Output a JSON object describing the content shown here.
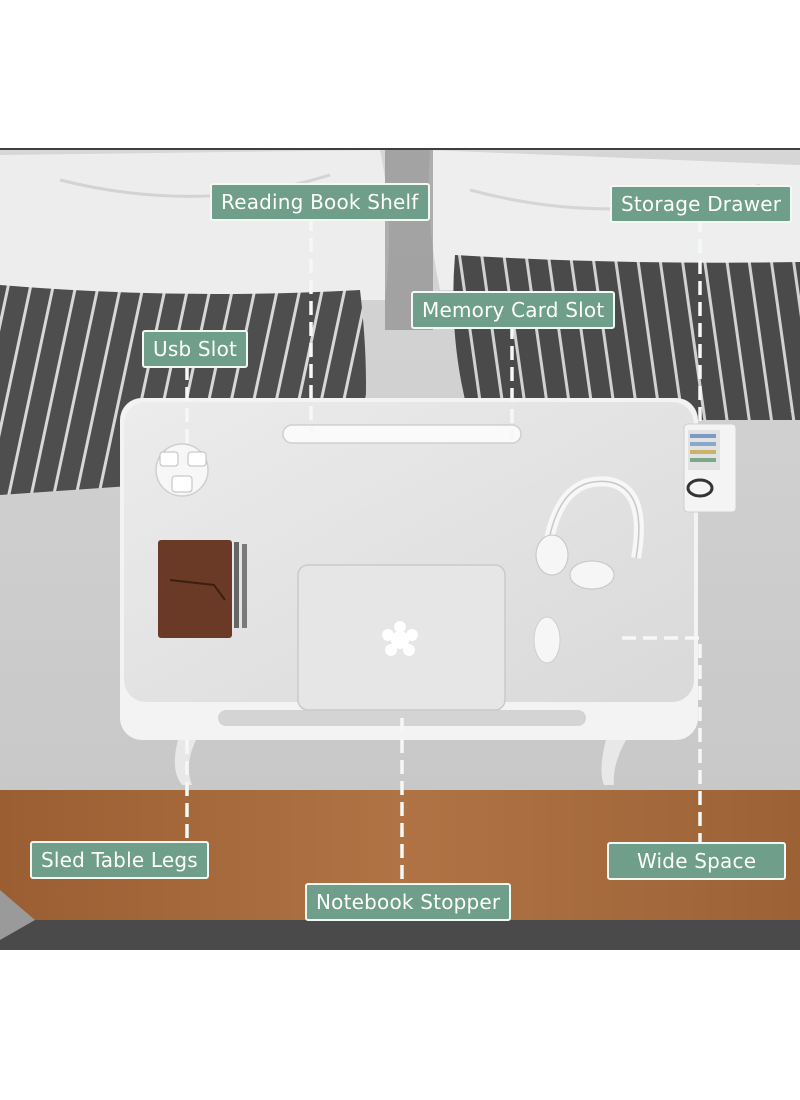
{
  "photo": {
    "subject": "white lap desk on bed",
    "colors": {
      "accent": "#6f9f8a",
      "desk": "#e3e3e3",
      "bedding": "#d9d9d9",
      "blanket": "#a9683a",
      "pillow_stripes": "#4a4a4a"
    }
  },
  "callouts": [
    {
      "id": "reading-book-shelf",
      "label": "Reading Book Shelf"
    },
    {
      "id": "storage-drawer",
      "label": "Storage Drawer"
    },
    {
      "id": "memory-card-slot",
      "label": "Memory Card Slot"
    },
    {
      "id": "usb-slot",
      "label": "Usb Slot"
    },
    {
      "id": "sled-table-legs",
      "label": "Sled Table Legs"
    },
    {
      "id": "notebook-stopper",
      "label": "Notebook Stopper"
    },
    {
      "id": "wide-space",
      "label": "Wide Space"
    }
  ]
}
